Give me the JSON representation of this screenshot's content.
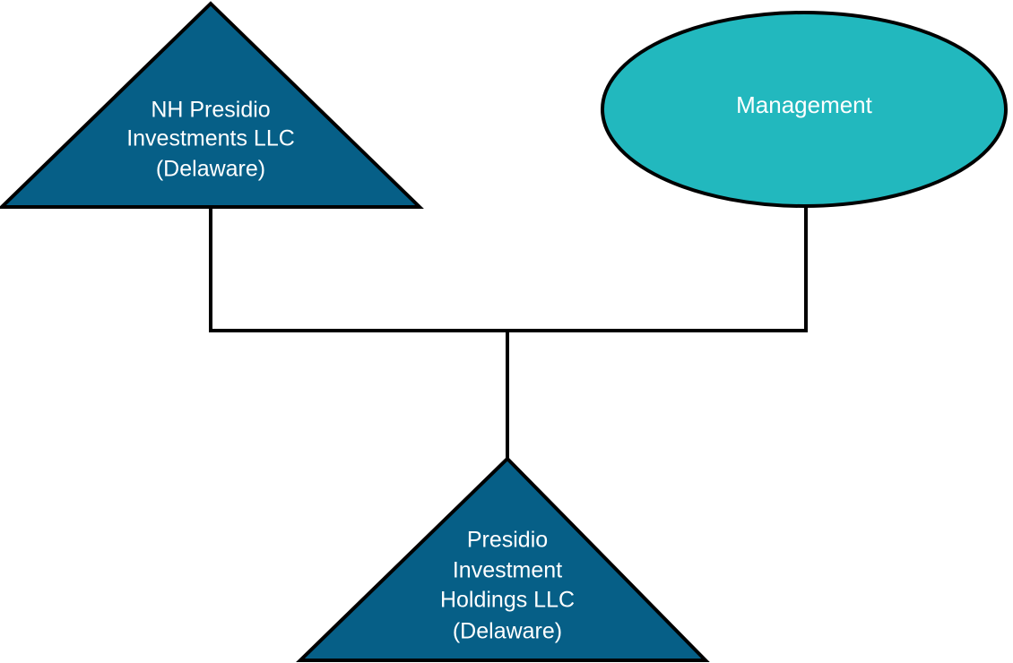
{
  "diagram": {
    "type": "org-chart",
    "background_color": "#ffffff",
    "stroke_color": "#000000",
    "label_color": "#ffffff",
    "colors": {
      "entity_blue": "#065F87",
      "management_teal": "#22B8BE",
      "line_black": "#000000",
      "text_white": "#ffffff"
    },
    "nodes": [
      {
        "id": "nh-presidio-investments",
        "shape": "triangle",
        "fill": "#065F87",
        "lines": [
          "NH Presidio",
          "Investments LLC",
          "(Delaware)"
        ],
        "name": "NH Presidio Investments LLC",
        "jurisdiction": "(Delaware)"
      },
      {
        "id": "management",
        "shape": "ellipse",
        "fill": "#22B8BE",
        "lines": [
          "Management"
        ],
        "name": "Management",
        "jurisdiction": ""
      },
      {
        "id": "presidio-investment-holdings",
        "shape": "triangle",
        "fill": "#065F87",
        "lines": [
          "Presidio",
          "Investment",
          "Holdings LLC",
          "(Delaware)"
        ],
        "name": "Presidio Investment Holdings LLC",
        "jurisdiction": "(Delaware)"
      }
    ],
    "edges": [
      {
        "id": "edge-nh-presidio-to-bus",
        "from": "nh-presidio-investments",
        "to": "presidio-investment-holdings"
      },
      {
        "id": "edge-management-to-bus",
        "from": "management",
        "to": "presidio-investment-holdings"
      },
      {
        "id": "edge-bus-to-holdings",
        "from": "bus",
        "to": "presidio-investment-holdings"
      }
    ]
  }
}
